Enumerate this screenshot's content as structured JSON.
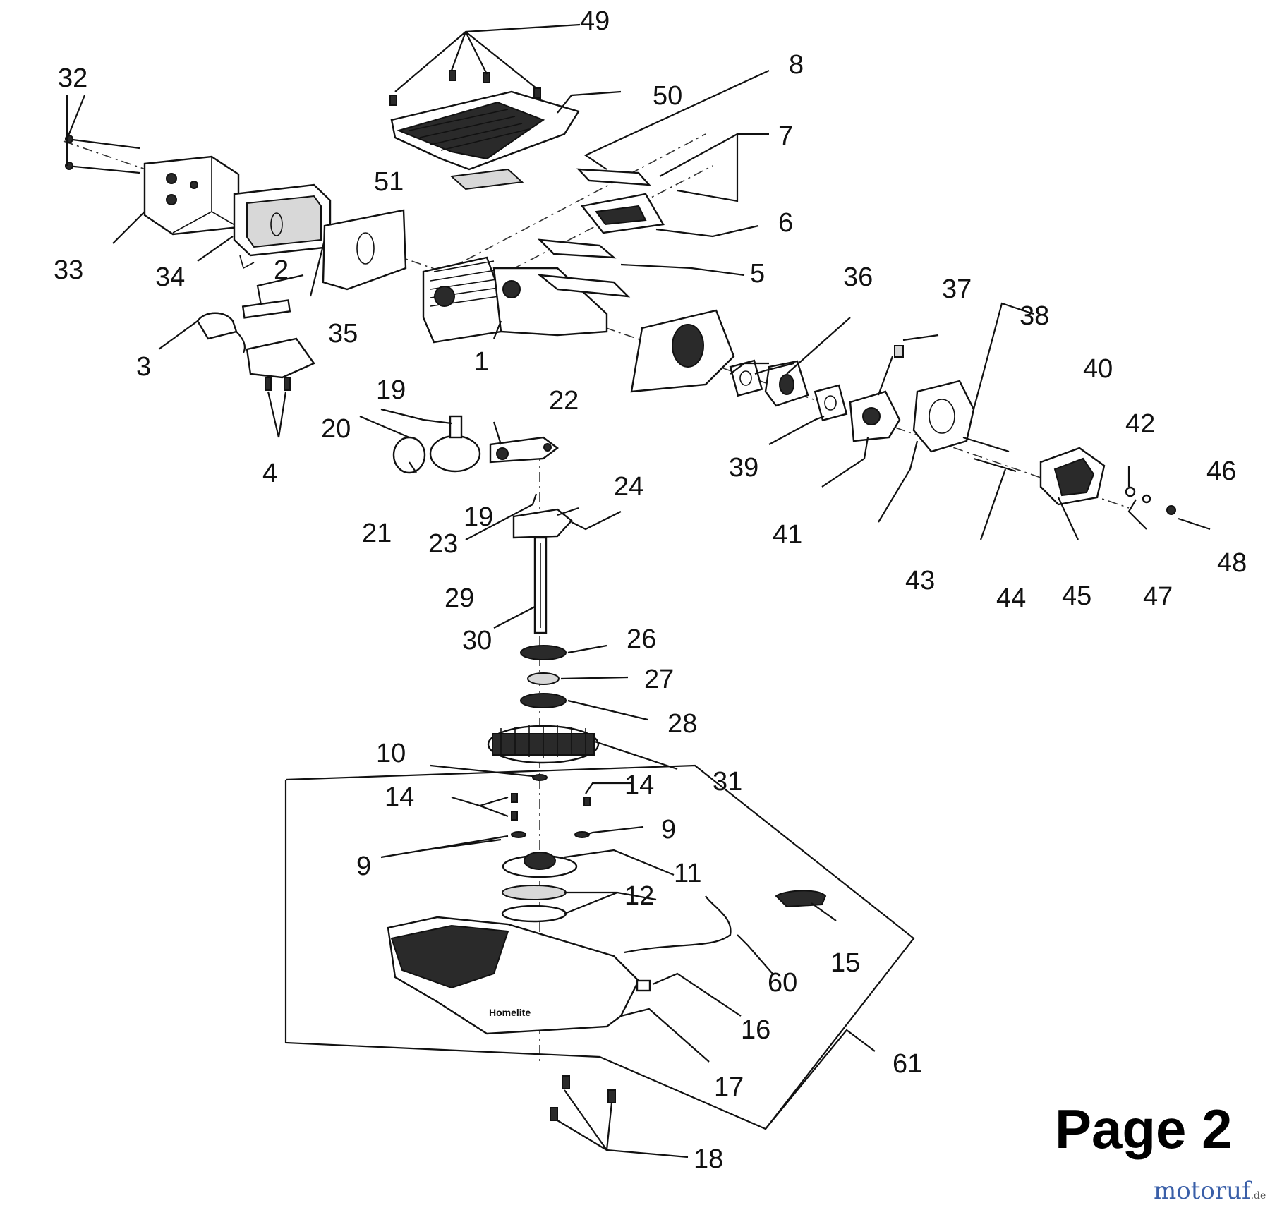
{
  "page_label": "Page 2",
  "watermark": {
    "text": "motoruf",
    "tld": ".de"
  },
  "callouts": [
    "1",
    "2",
    "3",
    "4",
    "5",
    "6",
    "7",
    "8",
    "9",
    "9",
    "10",
    "11",
    "12",
    "14",
    "14",
    "15",
    "16",
    "17",
    "18",
    "19",
    "19",
    "20",
    "21",
    "22",
    "23",
    "24",
    "26",
    "27",
    "28",
    "29",
    "30",
    "31",
    "32",
    "33",
    "34",
    "35",
    "36",
    "37",
    "38",
    "39",
    "40",
    "41",
    "42",
    "43",
    "44",
    "45",
    "46",
    "47",
    "48",
    "49",
    "50",
    "51",
    "60",
    "61"
  ],
  "brand_mark": "Homelite"
}
